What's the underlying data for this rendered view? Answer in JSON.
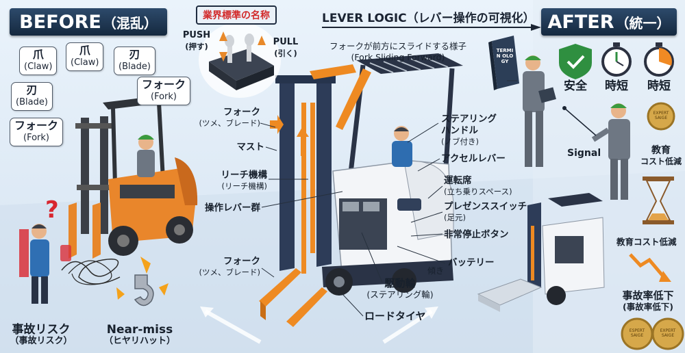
{
  "before": {
    "header_main": "BEFORE",
    "header_sub": "（混乱）",
    "tags": [
      {
        "term": "爪",
        "en": "(Claw)"
      },
      {
        "term": "爪",
        "en": "(Claw)"
      },
      {
        "term": "刃",
        "en": "(Blade)"
      },
      {
        "term": "刃",
        "en": "(Blade)"
      },
      {
        "term": "フォーク",
        "en": "(Fork)"
      },
      {
        "term": "フォーク",
        "en": "(Fork)"
      }
    ],
    "accident_risk": "事故リスク",
    "accident_risk_sub": "（事故リスク）",
    "near_miss": "Near-miss",
    "near_miss_sub": "（ヒヤリハット）"
  },
  "center": {
    "standard_name_badge": "業界標準の名称",
    "push_label": "PUSH",
    "push_sub": "(押す)",
    "pull_label": "PULL",
    "pull_sub": "(引く)",
    "lever_logic_title": "LEVER LOGIC（レバー操作の可視化）",
    "fork_slide_jp": "フォークが前方にスライドする様子",
    "fork_slide_en": "(Fork Sliding Forward)",
    "labels_left": [
      {
        "main": "フォーク",
        "sub": "(ツメ、ブレード)"
      },
      {
        "main": "マスト",
        "sub": ""
      },
      {
        "main": "リーチ機構",
        "sub": "(リーチ機構)"
      },
      {
        "main": "操作レバー群",
        "sub": ""
      },
      {
        "main": "フォーク",
        "sub": "(ツメ、ブレード)"
      }
    ],
    "labels_right": [
      {
        "main": "ステアリング",
        "sub": ""
      },
      {
        "main": "ハンドル",
        "sub": "(ノブ付き)"
      },
      {
        "main": "アクセルレバー",
        "sub": ""
      },
      {
        "main": "運転席",
        "sub": "(立ち乗りスペース)"
      },
      {
        "main": "プレゼンススイッチ",
        "sub": "(足元)"
      },
      {
        "main": "非常停止ボタン",
        "sub": ""
      },
      {
        "main": "バッテリー",
        "sub": ""
      },
      {
        "main": "傾き",
        "sub": ""
      }
    ],
    "drive_wheel": "駆動輪",
    "drive_wheel_sub": "(ステアリング輪)",
    "load_tire": "ロードタイヤ"
  },
  "after": {
    "header_main": "AFTER",
    "header_sub": "（統一）",
    "book_label": "TERMIN OLOGY",
    "icons": [
      {
        "icon": "shield-check-icon",
        "label": "安全"
      },
      {
        "icon": "stopwatch-icon",
        "label": "時短"
      },
      {
        "icon": "clock-icon",
        "label": "時短"
      }
    ],
    "signal": "Signal",
    "education_1": "教育",
    "education_2": "コスト低減",
    "education_cost_reduction": "教育コスト低減",
    "accident_down": "事故率低下",
    "accident_down_sub": "(事故率低下)",
    "medal_text": "EXPERT SAIGE",
    "medal_text_2": "ESPERT SAIGE",
    "medal_text_3": "EXPERT SAIGE"
  },
  "colors": {
    "header_navy": "#1f3550",
    "orange": "#f08a24",
    "navy_mast": "#2b3b55",
    "green_shield": "#2e8b3e"
  }
}
